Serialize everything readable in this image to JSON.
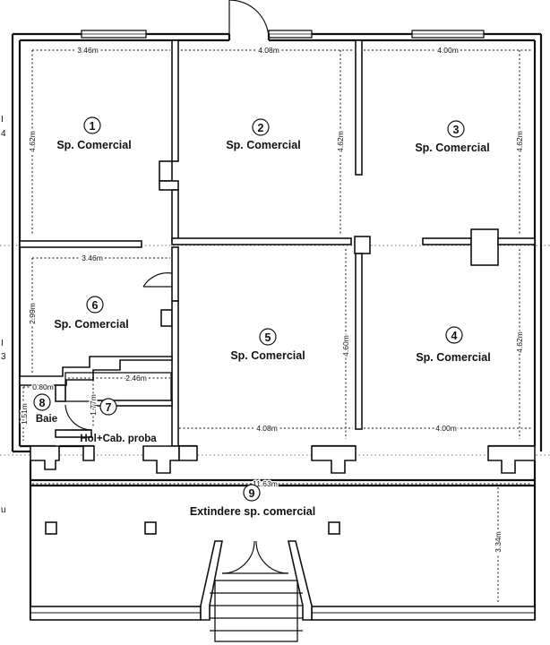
{
  "rooms": [
    {
      "number": "1",
      "name": "Sp. Comercial"
    },
    {
      "number": "2",
      "name": "Sp. Comercial"
    },
    {
      "number": "3",
      "name": "Sp. Comercial"
    },
    {
      "number": "4",
      "name": "Sp. Comercial"
    },
    {
      "number": "5",
      "name": "Sp. Comercial"
    },
    {
      "number": "6",
      "name": "Sp. Comercial"
    },
    {
      "number": "7",
      "name": "Hol+Cab. proba"
    },
    {
      "number": "8",
      "name": "Baie"
    },
    {
      "number": "9",
      "name": "Extindere sp. comercial"
    }
  ],
  "dimensions": {
    "r1_width": "3.46m",
    "r1_height": "4.62m",
    "r2_width": "4.08m",
    "r2_height": "4.62m",
    "r3_width": "4.00m",
    "r3_height": "4.62m",
    "r6_width": "3.46m",
    "r6_height": "2.99m",
    "r5_width": "4.08m",
    "r5_height": "4.60m",
    "r4_width": "4.00m",
    "r4_height": "4.62m",
    "r7_width": "2.46m",
    "r7_height": "1.77m",
    "r8_width": "0.80m",
    "r8_height": "1.51m",
    "r9_width": "11.63m",
    "r9_height": "3.34m"
  },
  "edge_marks": {
    "top": "I",
    "top_sub": "4",
    "middle": "I",
    "middle_sub": "3",
    "bottom": "u"
  }
}
